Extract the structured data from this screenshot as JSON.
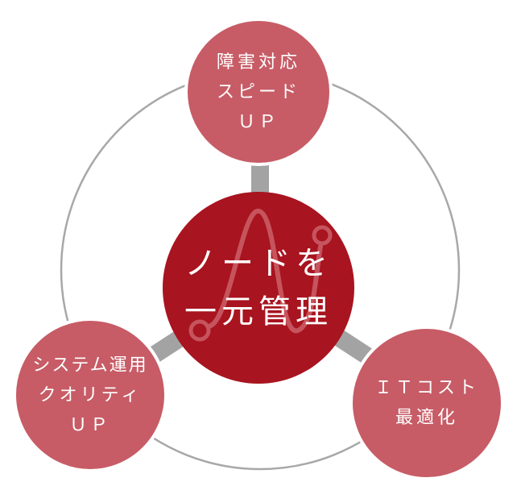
{
  "center": {
    "lines": [
      "ノードを",
      "一元管理"
    ],
    "color": "#a8141f"
  },
  "nodes": {
    "top": {
      "lines": [
        "障害対応",
        "スピード",
        "ＵＰ"
      ]
    },
    "left": {
      "lines": [
        "システム運用",
        "クオリティ",
        "ＵＰ"
      ]
    },
    "right": {
      "lines": [
        "ＩＴコスト",
        "最適化"
      ]
    }
  },
  "colors": {
    "node_fill": "#c75c66",
    "node_border": "#ffffff",
    "ring": "#a8a8a8",
    "connector": "#a3a3a3",
    "watermark": "#d06a73"
  }
}
